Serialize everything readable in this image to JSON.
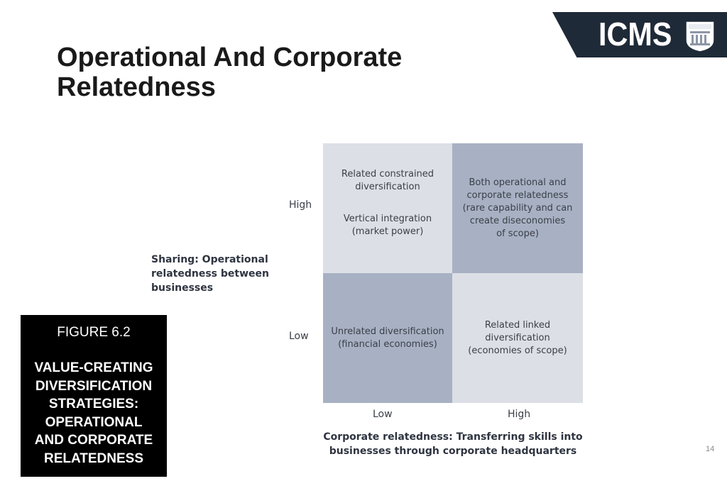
{
  "slide": {
    "title": "Operational And Corporate Relatedness",
    "page_number": "14"
  },
  "logo": {
    "text": "ICMS",
    "colors": {
      "band": "#1f2a38",
      "text": "#ffffff"
    }
  },
  "figure_box": {
    "number": "FIGURE  6.2",
    "caption": "VALUE-CREATING\nDIVERSIFICATION\nSTRATEGIES:\nOPERATIONAL\nAND CORPORATE\nRELATEDNESS"
  },
  "matrix": {
    "y_axis": {
      "label": "Sharing: Operational\nrelatedness between\nbusinesses",
      "ticks": [
        "High",
        "Low"
      ]
    },
    "x_axis": {
      "label": "Corporate relatedness: Transferring skills into\nbusinesses through corporate headquarters",
      "ticks": [
        "Low",
        "High"
      ]
    },
    "cells": {
      "high_low": {
        "line1": "Related constrained\ndiversification",
        "line2": "Vertical integration\n(market power)"
      },
      "high_high": "Both operational and\ncorporate relatedness\n(rare capability and can\ncreate diseconomies\nof scope)",
      "low_low": "Unrelated diversification\n(financial economies)",
      "low_high": "Related linked\ndiversification\n(economies of scope)"
    },
    "colors": {
      "light": "#dcdfe5",
      "dark": "#a8b1c3"
    }
  }
}
